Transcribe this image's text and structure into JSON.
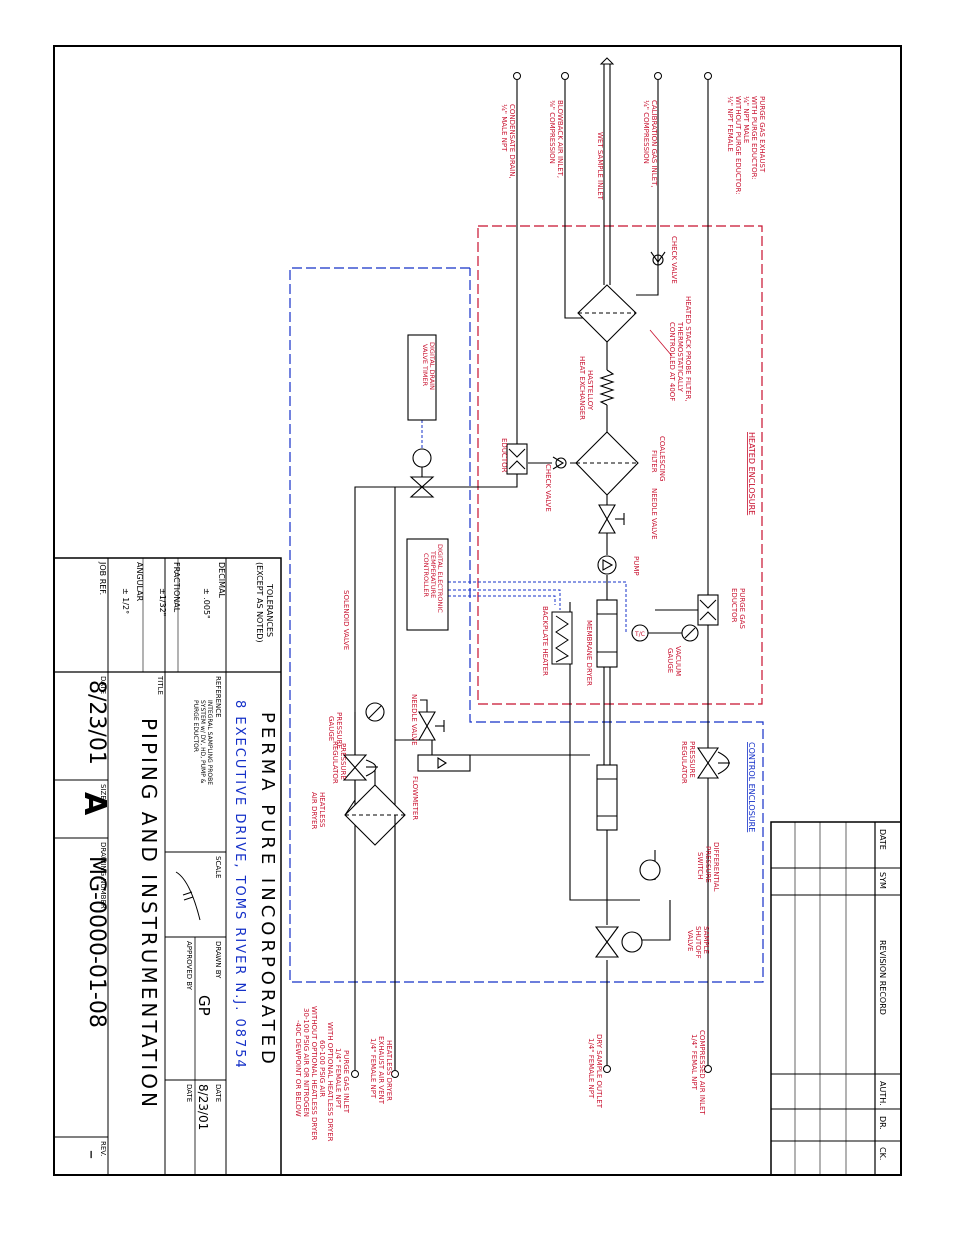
{
  "title_block": {
    "company": "PERMA PURE INCORPORATED",
    "address": "8 EXECUTIVE DRIVE, TOMS RIVER N.J. 08754",
    "title_label": "TITLE",
    "title": "PIPING AND INSTRUMENTATION",
    "reference_label": "REFERENCE",
    "reference_lines": [
      "INTEGRAL SAMPLING PROBE",
      "SYSTEM w/ DV, HD, PUMP &",
      "PURGE EDUCTOR"
    ],
    "scale_label": "SCALE",
    "drawn_by_label": "DRAWN BY",
    "drawn_by": "GP",
    "date_label": "DATE",
    "drawn_date": "8/23/01",
    "approved_by_label": "APPROVED BY",
    "approved_date_label": "DATE",
    "date_big_label": "DATE",
    "date_big": "8/23/01",
    "size_label": "SIZE",
    "size": "A",
    "drawing_number_label": "DRAWING NUMBER",
    "drawing_number": "MG-0000-01-08",
    "rev_label": "REV.",
    "rev": "–"
  },
  "tolerances": {
    "header": "TOLERANCES",
    "subheader": "(EXCEPT AS NOTED)",
    "decimal_label": "DECIMAL",
    "decimal": "± .005\"",
    "fractional_label": "FRACTIONAL",
    "fractional": "±1/32\"",
    "angular_label": "ANGULAR",
    "angular": "± 1/2°",
    "job_ref_label": "JOB REF."
  },
  "revision_record": {
    "date": "DATE",
    "sym": "SYM",
    "title": "REVISION RECORD",
    "auth": "AUTH.",
    "dr": "DR.",
    "ck": "CK."
  },
  "enclosures": {
    "heated": "HEATED ENCLOSURE",
    "control": "CONTROL ENCLOSURE"
  },
  "connections": {
    "purge_exhaust": [
      "PURGE GAS EXHAUST",
      "WITH PURGE EDUCTOR:",
      "¼\" NPT MALE",
      "WITHOUT PURGE EDUCTOR:",
      "¼\" NPT FEMALE"
    ],
    "calibration_inlet": [
      "CALIBRATION GAS INLET,",
      "¼\" COMPRESSION"
    ],
    "wet_sample_inlet": [
      "WET SAMPLE INLET"
    ],
    "blowback_inlet": [
      "BLOWBACK AIR INLET,",
      "⅜\" COMPRESSION"
    ],
    "condensate_drain": [
      "CONDENSATE DRAIN,",
      "¼\" MALE NPT"
    ],
    "compressed_air_inlet": [
      "COMPRESSED AIR INLET",
      "1/4\" FEMAL NPT"
    ],
    "dry_sample_outlet": [
      "DRY SAMPLE OUTLET",
      "1/4\" FEMALE NPT"
    ],
    "heatless_exhaust": [
      "HEATLESS DRYER",
      "EXHAUST AIR VENT",
      "1/4\" FEMALE NPT"
    ],
    "purge_gas_inlet": [
      "PURGE GAS INLET",
      "1/4\" FEMALE NPT",
      "WITH OPTIONAL HEATLESS DRYER",
      "60-100 PSIG AIR",
      "WITHOUT OPTIONAL HEATLESS DRYER",
      "30-100 PSIG AIR OR NITROGEN",
      "-40C DEWPOINT OR BELOW"
    ]
  },
  "components": {
    "check_valve_top": "CHECK VALVE",
    "probe_filter": [
      "HEATED STACK PROBE FILTER,",
      "THERMOSTATICALLY",
      "CONTROLLED AT 40OF"
    ],
    "heat_exchanger": [
      "HASTELLOY",
      "HEAT EXCHANGER"
    ],
    "coalescing_filter": [
      "COALESCING",
      "FILTER"
    ],
    "needle_valve_top": "NEEDLE VALVE",
    "pump": "PUMP",
    "purge_eductor": [
      "PURGE GAS",
      "EDUCTOR"
    ],
    "vacuum_gauge": [
      "VACUUM",
      "GAUGE"
    ],
    "membrane_dryer": "MEMBRANE DRYER",
    "backplate_heater": "BACKPLATE HEATER",
    "temp_controller": [
      "DIGITAL ELECTRONIC",
      "TEMPERATURE",
      "CONTROLLER"
    ],
    "drain_timer": [
      "DIGITAL DRAIN",
      "VALVE TIMER"
    ],
    "eductor": "EDUCTOR",
    "check_valve_mid": "CHECK VALVE",
    "solenoid_valve": "SOLENOID VALVE",
    "pressure_regulator_right": [
      "PRESSURE",
      "REGULATOR"
    ],
    "needle_valve_left": "NEEDLE VALVE",
    "flowmeter": "FLOWMETER",
    "pressure_gauge": [
      "PRESSURE",
      "GAUGE"
    ],
    "pressure_regulator_left": [
      "PRESSURE",
      "REGULATOR"
    ],
    "heatless_dryer": [
      "HEATLESS",
      "AIR DRYER"
    ],
    "diff_pressure_switch": [
      "DIFFERENTIAL",
      "PRESSURE",
      "SWITCH"
    ],
    "sample_shutoff": [
      "SAMPLE",
      "SHUTOFF",
      "VALVE"
    ],
    "tc_tag": "T/C"
  },
  "colors": {
    "heated_enclosure": "#c8102e",
    "control_enclosure": "#1430c8",
    "linework": "#000000"
  }
}
